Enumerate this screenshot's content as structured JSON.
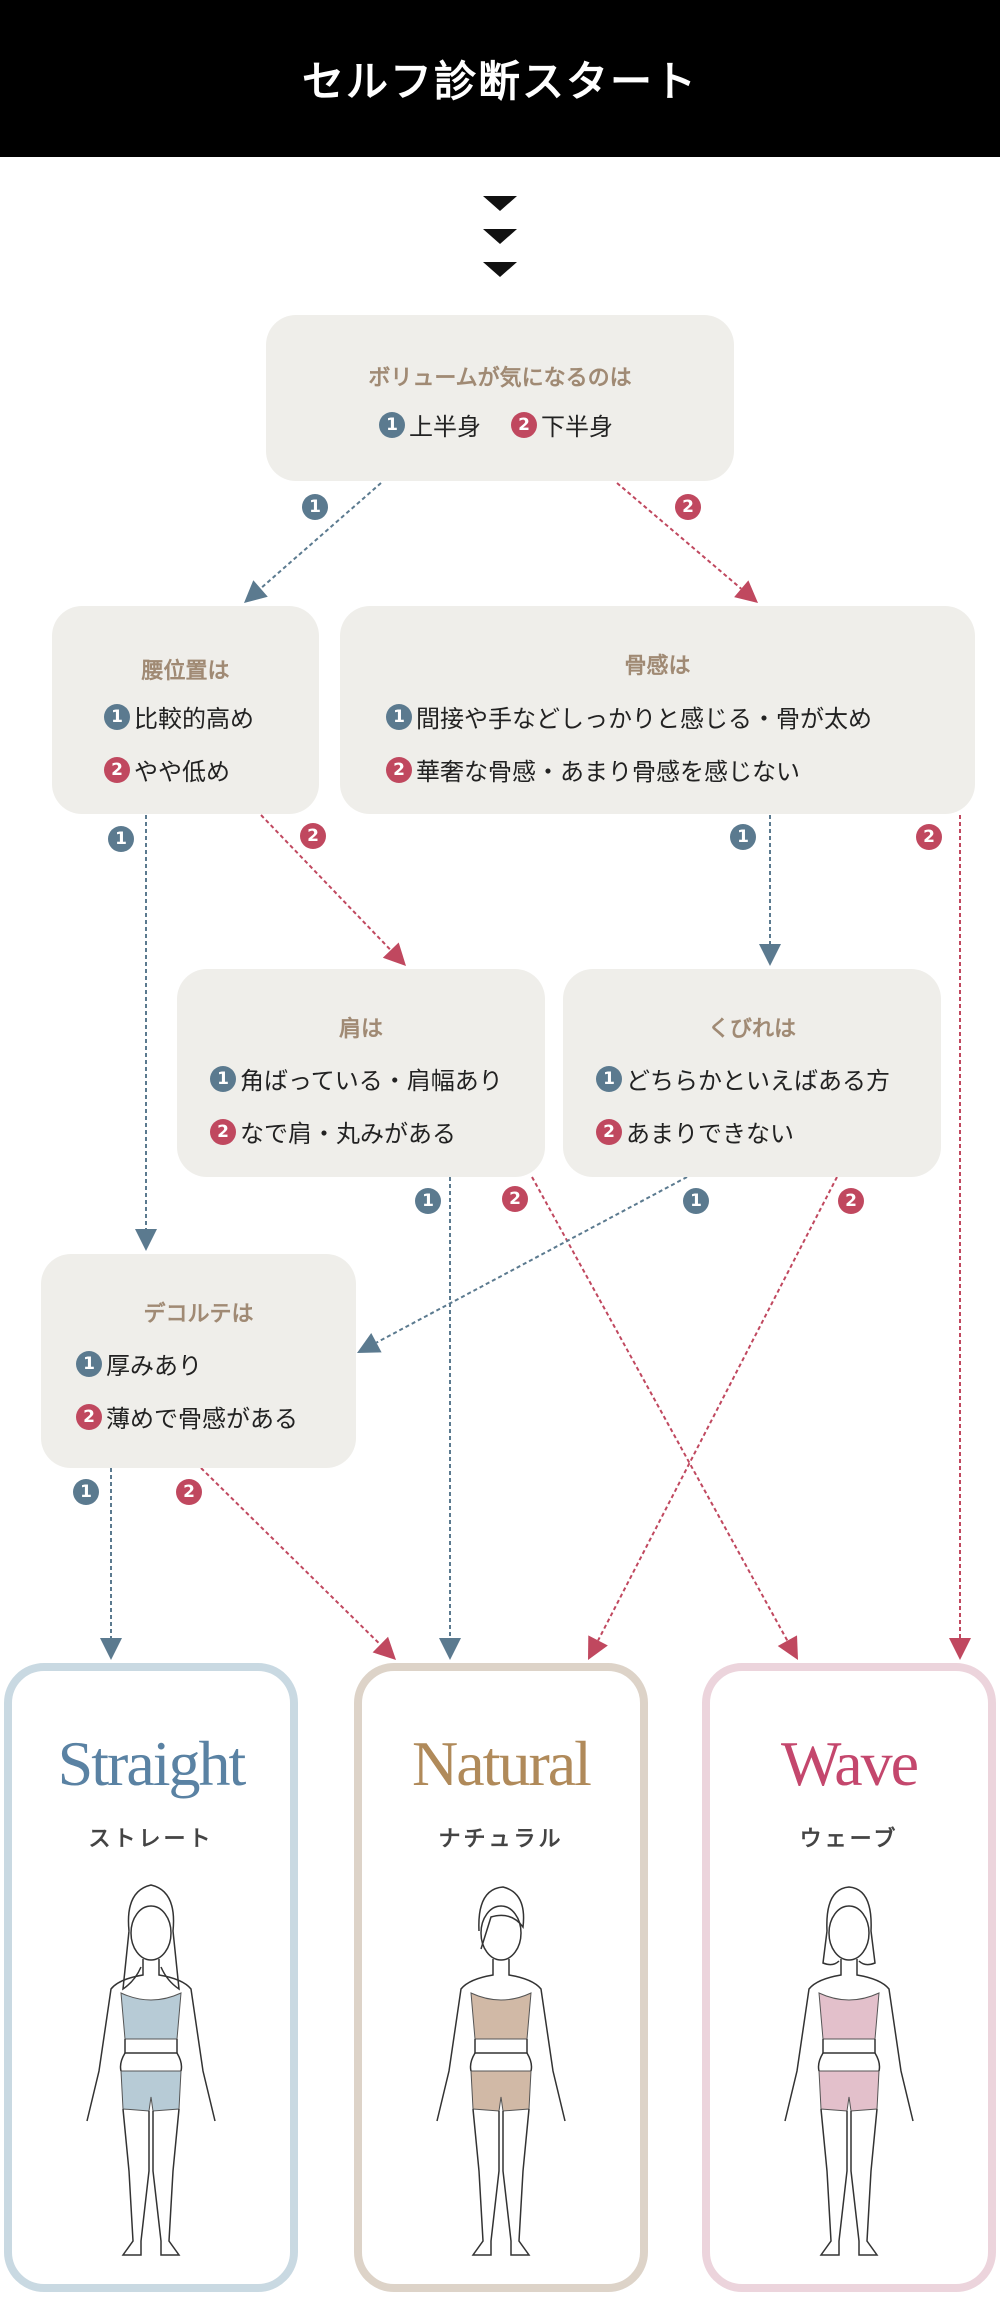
{
  "header": {
    "title": "セルフ診断スタート"
  },
  "colors": {
    "opt1": "#5b7a8f",
    "opt2": "#c0485f",
    "question": "#a08a74",
    "box": "#efeeea"
  },
  "questions": {
    "volume": {
      "title": "ボリュームが気になるのは",
      "opt1": "上半身",
      "opt2": "下半身"
    },
    "waist": {
      "title": "腰位置は",
      "opt1": "比較的高め",
      "opt2": "やや低め"
    },
    "bone": {
      "title": "骨感は",
      "opt1": "間接や手などしっかりと感じる・骨が太め",
      "opt2": "華奢な骨感・あまり骨感を感じない"
    },
    "shoulder": {
      "title": "肩は",
      "opt1": "角ばっている・肩幅あり",
      "opt2": "なで肩・丸みがある"
    },
    "kubire": {
      "title": "くびれは",
      "opt1": "どちらかといえばある方",
      "opt2": "あまりできない"
    },
    "decollete": {
      "title": "デコルテは",
      "opt1": "厚みあり",
      "opt2": "薄めで骨感がある"
    }
  },
  "labels": {
    "one": "1",
    "two": "2"
  },
  "results": [
    {
      "en": "Straight",
      "jp": "ストレート",
      "color": "#5a82a3",
      "border": "#c9d9e2",
      "wear": "#b7cbd6"
    },
    {
      "en": "Natural",
      "jp": "ナチュラル",
      "color": "#b08a5a",
      "border": "#ddd3c8",
      "wear": "#d1b9a6"
    },
    {
      "en": "Wave",
      "jp": "ウェーブ",
      "color": "#c4476d",
      "border": "#ecd4dc",
      "wear": "#e3c0cb"
    }
  ]
}
